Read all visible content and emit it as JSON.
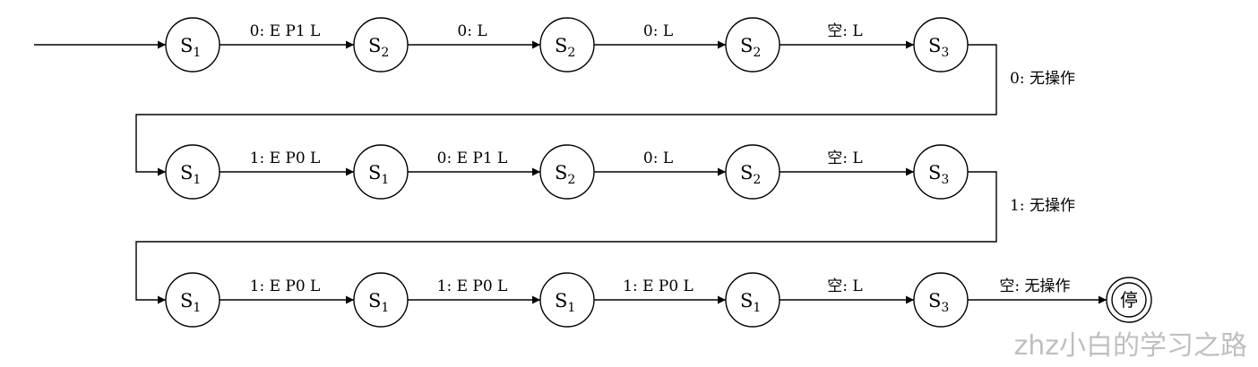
{
  "diagram": {
    "rows": [
      {
        "states": [
          {
            "letter": "S",
            "sub": "1"
          },
          {
            "letter": "S",
            "sub": "2"
          },
          {
            "letter": "S",
            "sub": "2"
          },
          {
            "letter": "S",
            "sub": "2"
          },
          {
            "letter": "S",
            "sub": "3"
          }
        ],
        "edges": [
          "0: E P1 L",
          "0: L",
          "0: L",
          "空: L"
        ],
        "exit_label": "0: 无操作"
      },
      {
        "states": [
          {
            "letter": "S",
            "sub": "1"
          },
          {
            "letter": "S",
            "sub": "1"
          },
          {
            "letter": "S",
            "sub": "2"
          },
          {
            "letter": "S",
            "sub": "2"
          },
          {
            "letter": "S",
            "sub": "3"
          }
        ],
        "edges": [
          "1: E P0 L",
          "0: E P1 L",
          "0: L",
          "空: L"
        ],
        "exit_label": "1: 无操作"
      },
      {
        "states": [
          {
            "letter": "S",
            "sub": "1"
          },
          {
            "letter": "S",
            "sub": "1"
          },
          {
            "letter": "S",
            "sub": "1"
          },
          {
            "letter": "S",
            "sub": "1"
          },
          {
            "letter": "S",
            "sub": "3"
          }
        ],
        "edges": [
          "1: E P0 L",
          "1: E P0 L",
          "1: E P0 L",
          "空: L"
        ],
        "exit_label": "空: 无操作"
      }
    ],
    "stop_label": "停"
  },
  "watermark": "zhz小白的学习之路"
}
